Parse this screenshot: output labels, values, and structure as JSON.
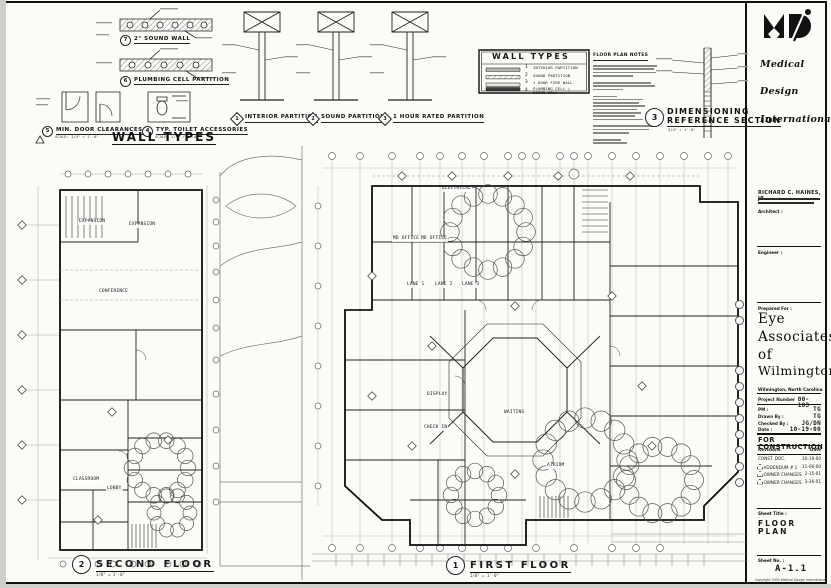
{
  "brand": {
    "logo": "MDI",
    "line1": "Medical",
    "line2": "Design",
    "line3": "International"
  },
  "titleblock": {
    "architect_name": "RICHARD C. HAINES, JR.",
    "architect_label": "Architect :",
    "engineer_label": "Engineer :",
    "prepared_for_label": "Prepared For :",
    "client_line1": "Eye",
    "client_line2": "Associates",
    "client_line3": "of",
    "client_line4": "Wilmington",
    "location": "Wilmington, North Carolina",
    "project_number_label": "Project Number :",
    "project_number": "00-183",
    "pm_label": "PM :",
    "pm": "TG",
    "drawn_label": "Drawn By :",
    "drawn": "TG",
    "checked_label": "Checked By :",
    "checked": "JG/DN",
    "date_label": "Date :",
    "date": "10-19-00",
    "for_construction": "FOR CONSTRUCTION",
    "revisions_col": "Revisions",
    "date_col": "Date",
    "revisions": [
      {
        "name": "CONST. DOC.",
        "date": "10-19-00"
      },
      {
        "name": "ADDENDUM # 1",
        "date": "11-06-00"
      },
      {
        "name": "OWNER CHANGES",
        "date": "2-15-01"
      },
      {
        "name": "OWNER CHANGES",
        "date": "3-26-01"
      }
    ],
    "sheet_title_label": "Sheet Title :",
    "sheet_title": "FLOOR PLAN",
    "sheet_no_label": "Sheet No. :",
    "sheet_no": "A-1.1",
    "copyright": "Copyright 2000 Medical Design International"
  },
  "details": {
    "sound_wall": {
      "num": "7",
      "title": "2\" SOUND WALL"
    },
    "plumbing": {
      "num": "6",
      "title": "PLUMBING CELL PARTITION"
    },
    "door_clearances": {
      "num": "5",
      "title": "MIN. DOOR CLEARANCES",
      "scale": "SCALE: 1/4\" = 1'-0\""
    },
    "toilet_accessories": {
      "num": "4",
      "title": "TYP. TOILET ACCESSORIES",
      "scale": "SCALE: 1/4\" = 1'-0\""
    },
    "wall_types_heading": "WALL TYPES",
    "partition1": {
      "num": "1",
      "title": "INTERIOR PARTITION"
    },
    "partition2": {
      "num": "2",
      "title": "SOUND PARTITION"
    },
    "partition3": {
      "num": "3",
      "title": "1 HOUR RATED PARTITION"
    },
    "dim_ref": {
      "num": "3",
      "title1": "DIMENSIONING",
      "title2": "REFERENCE SECTION",
      "scale": "3/4\" = 1'-0\""
    },
    "notes_heading": "FLOOR PLAN NOTES"
  },
  "legend": {
    "title": "WALL TYPES",
    "rows": [
      {
        "num": "1",
        "desc": "INTERIOR PARTITION"
      },
      {
        "num": "2",
        "desc": "SOUND PARTITION"
      },
      {
        "num": "3",
        "desc": "1 HOUR FIRE WALL"
      },
      {
        "num": "4",
        "desc": "PLUMBING CELL / SOUND WALL"
      }
    ]
  },
  "plans": {
    "second_floor": {
      "num": "2",
      "title": "SECOND FLOOR",
      "scale": "1/8\" = 1'-0\"",
      "rooms": [
        {
          "label": "EXPANSION"
        },
        {
          "label": "EXPANSION"
        },
        {
          "label": "CONFERENCE"
        },
        {
          "label": "CLASSROOM"
        },
        {
          "label": "LOBBY"
        }
      ]
    },
    "first_floor": {
      "num": "1",
      "title": "FIRST FLOOR",
      "scale": "1/8\" = 1'-0\"",
      "rooms": [
        {
          "label": "ELECTRICAL"
        },
        {
          "label": "MD OFFICE"
        },
        {
          "label": "MD OFFICE"
        },
        {
          "label": "DISPLAY"
        },
        {
          "label": "CHECK IN"
        },
        {
          "label": "WAITING"
        },
        {
          "label": "ATRIUM"
        },
        {
          "label": "LANE 1"
        },
        {
          "label": "LANE 2"
        },
        {
          "label": "LANE 3"
        }
      ]
    }
  }
}
